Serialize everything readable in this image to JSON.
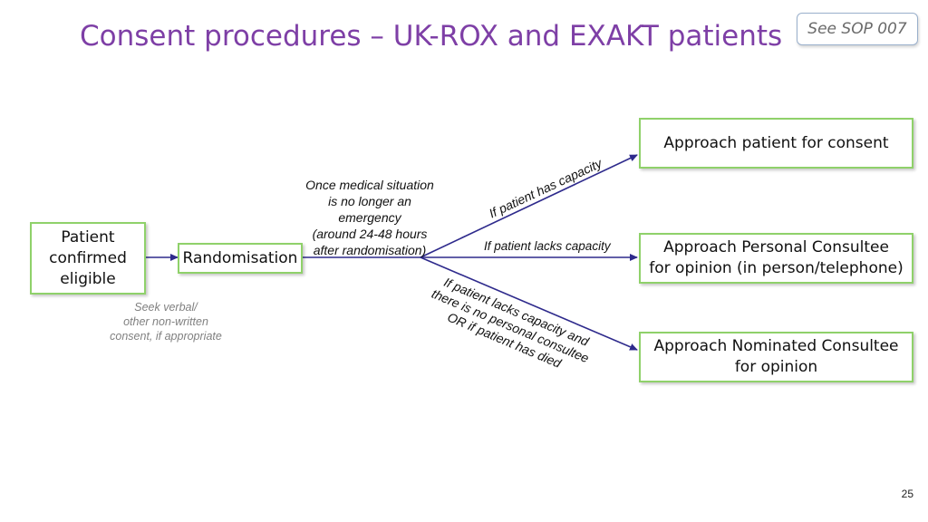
{
  "title": "Consent procedures – UK-ROX and EXAKT patients",
  "sop_badge": "See SOP 007",
  "nodes": {
    "eligible": [
      "Patient",
      "confirmed",
      "eligible"
    ],
    "randomisation": "Randomisation",
    "approach_patient": "Approach patient for consent",
    "personal_consultee": [
      "Approach Personal Consultee",
      "for opinion (in person/telephone)"
    ],
    "nominated_consultee": [
      "Approach Nominated Consultee",
      "for opinion"
    ]
  },
  "notes": {
    "timing": [
      "Once medical situation",
      "is no longer an",
      "emergency",
      "(around 24-48 hours",
      "after randomisation)"
    ],
    "verbal": [
      "Seek verbal/",
      "other non-written",
      "consent, if appropriate"
    ]
  },
  "edges": {
    "has_capacity": "If patient has capacity",
    "lacks_capacity": "If patient lacks capacity",
    "no_consultee": [
      "If patient lacks capacity and",
      "there is no personal consultee",
      "OR if patient has died"
    ]
  },
  "colors": {
    "title": "#7e3fa6",
    "box_border": "#8fd16a",
    "arrow": "#2e2a8c"
  },
  "page_number": "25"
}
